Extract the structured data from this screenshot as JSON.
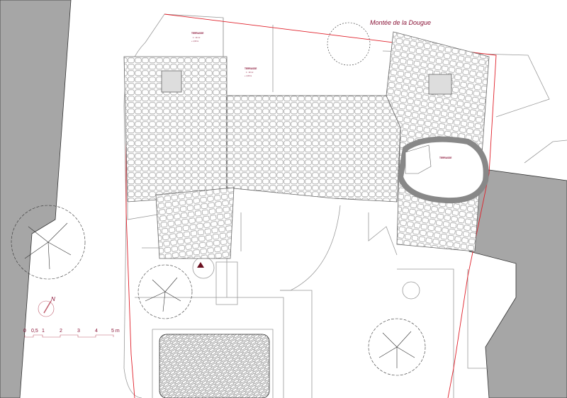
{
  "street_name": "Montée de la Dougue",
  "room_labels": [
    {
      "title": "TERRASSE",
      "line1": "1 : 14 m²",
      "line2": "+ 1,60 m"
    },
    {
      "title": "TERRASSE",
      "line1": "1 : 10 m²",
      "line2": "+ 1,60 m"
    },
    {
      "title": "TERRASSE"
    }
  ],
  "north_label": "N",
  "scale_bar": {
    "ticks": [
      "0",
      "0,5",
      "1",
      "2",
      "3",
      "4",
      "5 m"
    ]
  },
  "colors": {
    "accent": "#8a1538",
    "property_line": "#e0202a",
    "neighbor_fill": "#a6a6a6",
    "line": "#999999"
  }
}
